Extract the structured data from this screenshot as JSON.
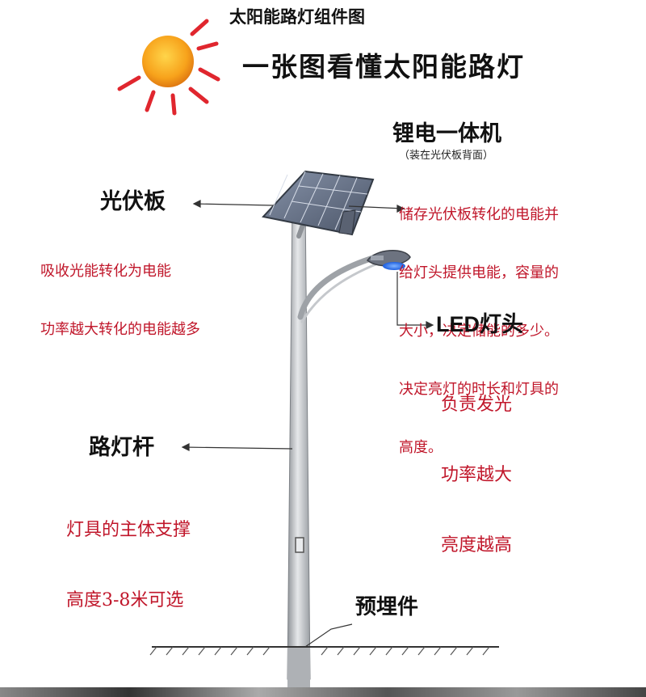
{
  "header": {
    "small_title": "太阳能路灯组件图",
    "main_title": "一张图看懂太阳能路灯"
  },
  "components": {
    "solar_panel": {
      "label": "光伏板",
      "description": [
        "吸收光能转化为电能",
        "功率越大转化的电能越多"
      ]
    },
    "battery": {
      "label": "锂电一体机",
      "note": "（装在光伏板背面）",
      "description": [
        "储存光伏板转化的电能并",
        "给灯头提供电能，容量的",
        "大小，决定储能的多少。",
        "决定亮灯的时长和灯具的",
        "高度。"
      ]
    },
    "led_head": {
      "label": "LED灯头",
      "description": [
        "负责发光",
        "功率越大",
        "亮度越高"
      ]
    },
    "pole": {
      "label": "路灯杆",
      "description": [
        "灯具的主体支撑",
        "高度3-8米可选"
      ]
    },
    "foundation": {
      "label": "预埋件"
    }
  },
  "colors": {
    "sun": "#f5a623",
    "sun_ray": "#e0262e",
    "red_text": "#c0162a",
    "pole": "#b9bcc0",
    "panel": "#5e6a80",
    "lamp_glow": "#2f7bff"
  }
}
